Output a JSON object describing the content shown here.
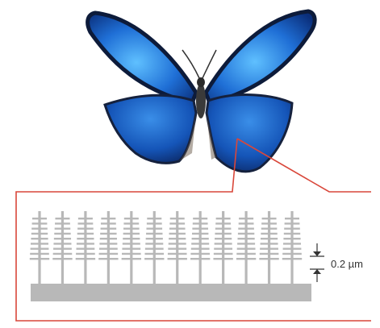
{
  "scale_bar": {
    "label": "0.2 µm"
  },
  "colors": {
    "wing_blue": "#1f6fd6",
    "wing_blue_light": "#4aa8f0",
    "wing_edge": "#0d1b3a",
    "callout_line": "#d9473a",
    "structure_gray": "#b8b8b8",
    "annotation": "#333333"
  },
  "icons": {
    "butterfly": "morpho-butterfly-icon"
  },
  "structure": {
    "ridge_count": 12,
    "lamella_layers": 9
  }
}
